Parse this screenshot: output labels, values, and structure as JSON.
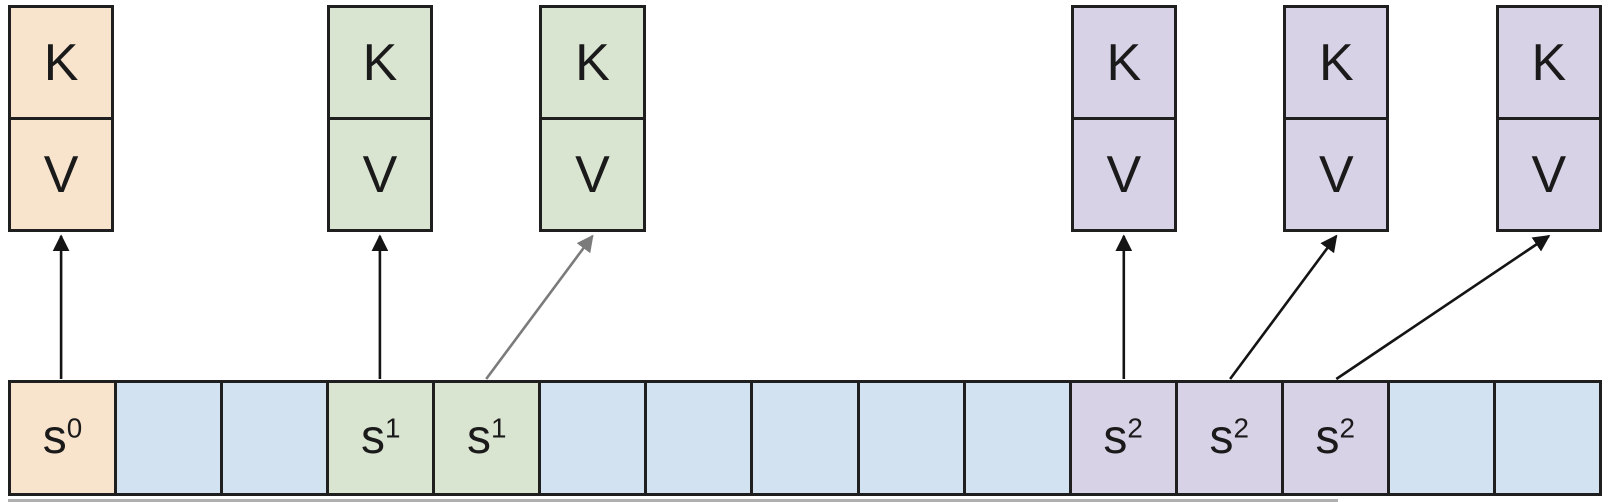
{
  "figure": {
    "description": "Paged KV-cache diagram: sequence slots mapped to K/V blocks",
    "colors": {
      "seq0": "#f8e3cd",
      "seq1": "#d9e5d1",
      "seq2": "#d7d2e6",
      "free": "#d3e2f1",
      "border": "#1f1f1f",
      "arrow": "#141414",
      "arrow_gray": "#7b7b7b",
      "background": "#ffffff",
      "crop_line": "#b0b0b0"
    },
    "kv_box_labels": {
      "key": "K",
      "value": "V"
    },
    "kv_boxes": [
      {
        "id": "kv-block-s0-a",
        "column": 1,
        "color_key": "seq0"
      },
      {
        "id": "kv-block-s1-a",
        "column": 4,
        "color_key": "seq1"
      },
      {
        "id": "kv-block-s1-b",
        "column": 6,
        "color_key": "seq1"
      },
      {
        "id": "kv-block-s2-a",
        "column": 11,
        "color_key": "seq2"
      },
      {
        "id": "kv-block-s2-b",
        "column": 13,
        "color_key": "seq2"
      },
      {
        "id": "kv-block-s2-c",
        "column": 15,
        "color_key": "seq2"
      }
    ],
    "cells": [
      {
        "base": "s",
        "sup": "0",
        "color_key": "seq0"
      },
      {
        "base": "",
        "sup": "",
        "color_key": "free"
      },
      {
        "base": "",
        "sup": "",
        "color_key": "free"
      },
      {
        "base": "s",
        "sup": "1",
        "color_key": "seq1"
      },
      {
        "base": "s",
        "sup": "1",
        "color_key": "seq1"
      },
      {
        "base": "",
        "sup": "",
        "color_key": "free"
      },
      {
        "base": "",
        "sup": "",
        "color_key": "free"
      },
      {
        "base": "",
        "sup": "",
        "color_key": "free"
      },
      {
        "base": "",
        "sup": "",
        "color_key": "free"
      },
      {
        "base": "",
        "sup": "",
        "color_key": "free"
      },
      {
        "base": "s",
        "sup": "2",
        "color_key": "seq2"
      },
      {
        "base": "s",
        "sup": "2",
        "color_key": "seq2"
      },
      {
        "base": "s",
        "sup": "2",
        "color_key": "seq2"
      },
      {
        "base": "",
        "sup": "",
        "color_key": "free"
      },
      {
        "base": "",
        "sup": "",
        "color_key": "free"
      }
    ],
    "arrows": [
      {
        "from_cell": 1,
        "to_box": 0,
        "color_key": "arrow"
      },
      {
        "from_cell": 4,
        "to_box": 1,
        "color_key": "arrow"
      },
      {
        "from_cell": 5,
        "to_box": 2,
        "color_key": "arrow_gray"
      },
      {
        "from_cell": 11,
        "to_box": 3,
        "color_key": "arrow"
      },
      {
        "from_cell": 12,
        "to_box": 4,
        "color_key": "arrow"
      },
      {
        "from_cell": 13,
        "to_box": 5,
        "color_key": "arrow"
      }
    ]
  }
}
